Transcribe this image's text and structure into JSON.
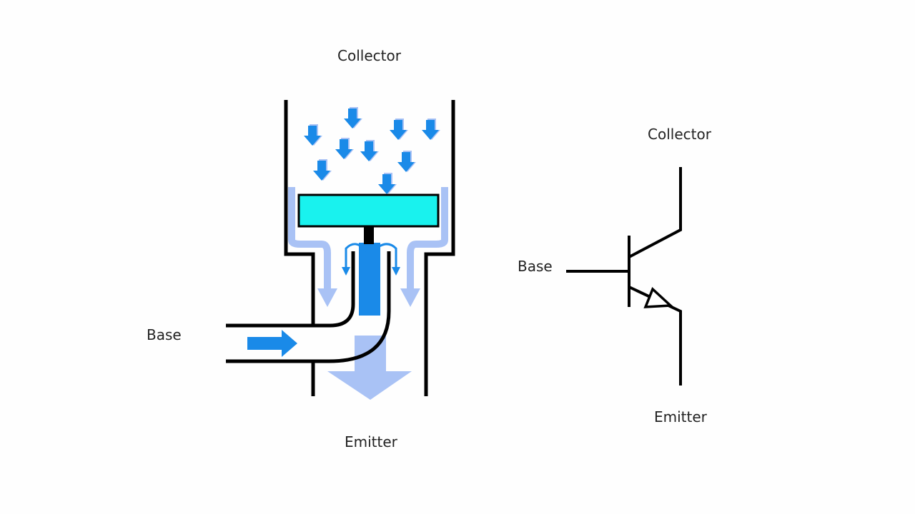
{
  "water_model": {
    "collector_label": "Collector",
    "base_label": "Base",
    "emitter_label": "Emitter"
  },
  "symbol": {
    "collector_label": "Collector",
    "base_label": "Base",
    "emitter_label": "Emitter"
  },
  "colors": {
    "outline": "#000000",
    "flow_blue": "#1a8ae8",
    "flow_light": "#a9c2f5",
    "gate_fill": "#19f2ee"
  }
}
